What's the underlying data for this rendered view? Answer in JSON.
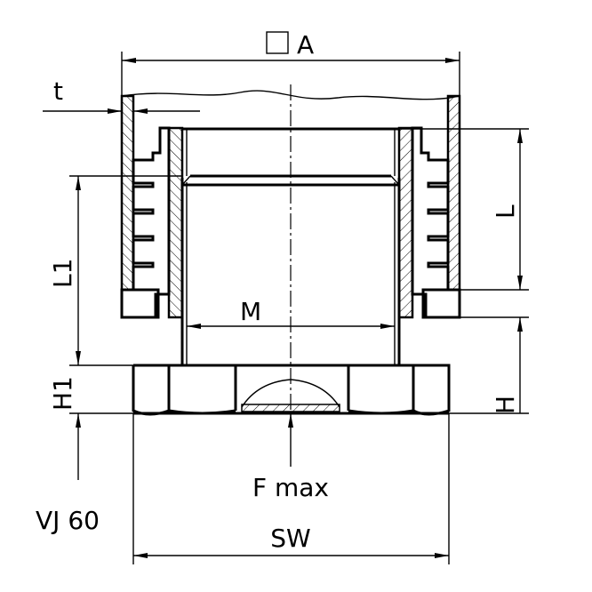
{
  "labels": {
    "a": "A",
    "t": "t",
    "l": "L",
    "l1": "L1",
    "m": "M",
    "h1": "H1",
    "h": "H",
    "fmax": "F max",
    "sw": "SW",
    "model": "VJ 60"
  },
  "icons": {
    "square": "square-profile-symbol"
  }
}
